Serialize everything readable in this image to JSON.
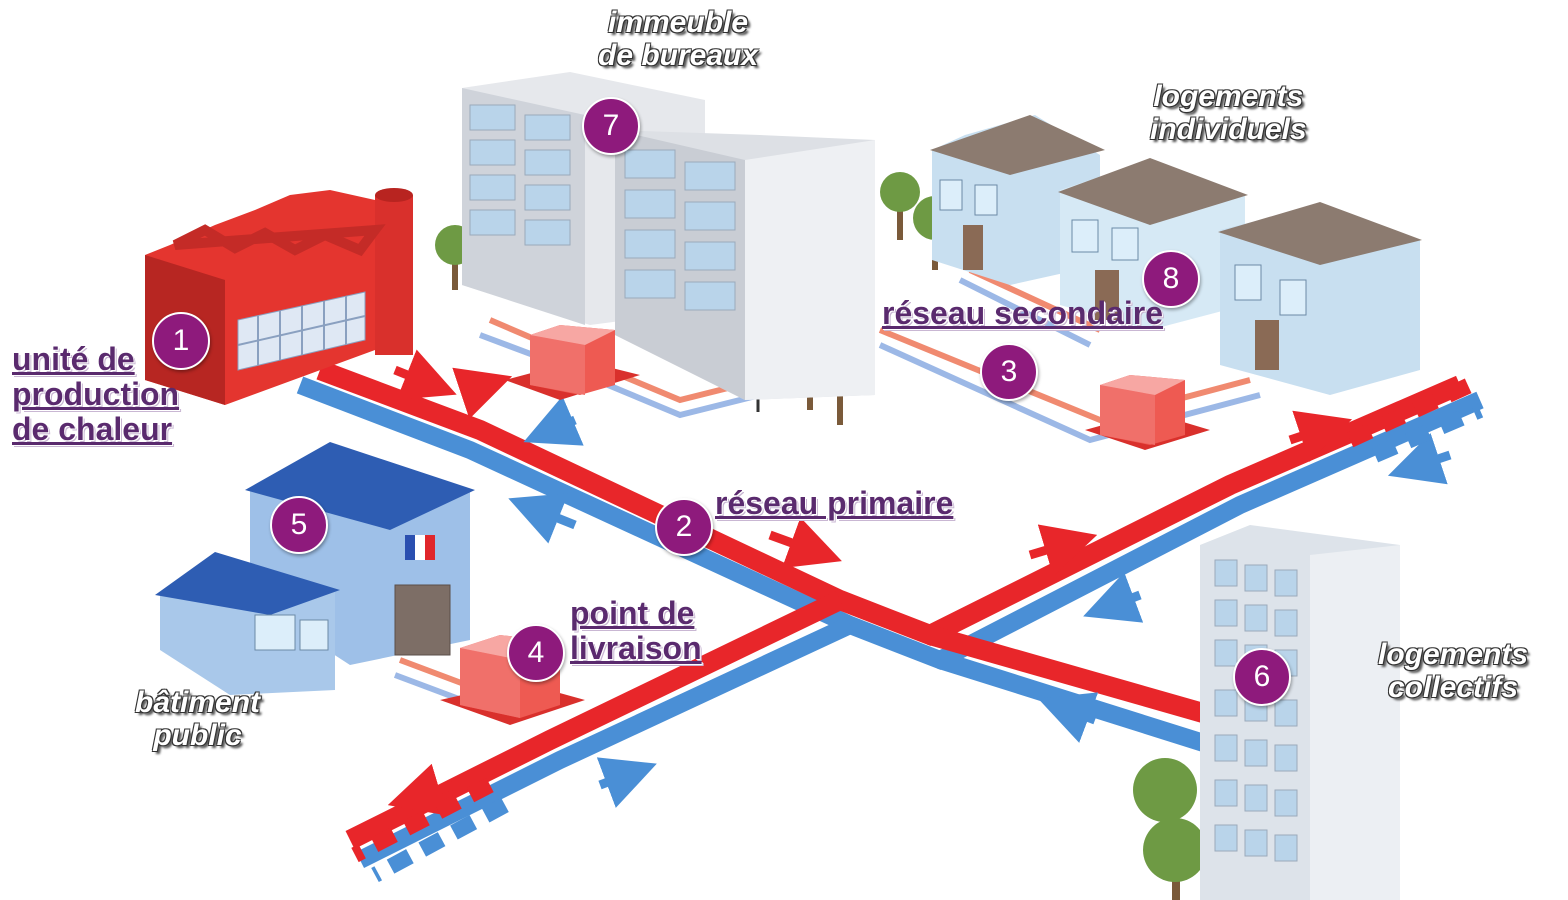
{
  "badges": {
    "factory": "1",
    "primary": "2",
    "secondary": "3",
    "delivery": "4",
    "public": "5",
    "collective": "6",
    "offices": "7",
    "individual": "8"
  },
  "labels": {
    "heat_unit": [
      "unité de",
      "production",
      "de chaleur"
    ],
    "primary_network": "réseau primaire",
    "secondary_network": "réseau secondaire",
    "delivery_point": [
      "point de",
      "livraison"
    ],
    "office_building": [
      "immeuble",
      "de bureaux"
    ],
    "individual_housing": [
      "logements",
      "individuels"
    ],
    "collective_housing": [
      "logements",
      "collectifs"
    ],
    "public_building": [
      "bâtiment",
      "public"
    ]
  },
  "colors": {
    "hot_pipe": "#e8262a",
    "cold_pipe": "#4a8fd6",
    "badge": "#8e1a7c",
    "link_text": "#5a2a6e"
  }
}
